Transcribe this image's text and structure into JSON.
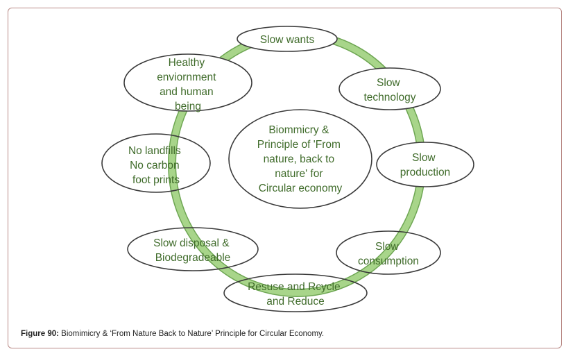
{
  "diagram": {
    "center": {
      "lines": [
        "Biommicry &",
        "Principle of 'From",
        "nature, back to",
        "nature' for",
        "Circular economy"
      ]
    },
    "nodes": [
      {
        "id": "slow-wants",
        "lines": [
          "Slow wants"
        ]
      },
      {
        "id": "slow-technology",
        "lines": [
          "Slow",
          "technology"
        ]
      },
      {
        "id": "slow-production",
        "lines": [
          "Slow",
          "production"
        ]
      },
      {
        "id": "slow-consumption",
        "lines": [
          "Slow",
          "consumption"
        ]
      },
      {
        "id": "reuse-recycle-reduce",
        "lines": [
          "Resuse and Rcycle",
          "and Reduce"
        ]
      },
      {
        "id": "slow-disposal",
        "lines": [
          "Slow disposal &",
          "Biodegradeable"
        ]
      },
      {
        "id": "no-landfills",
        "lines": [
          "No landfills",
          "No carbon",
          "foot prints"
        ]
      },
      {
        "id": "healthy-environment",
        "lines": [
          "Healthy",
          "enviornment",
          "and human",
          "being"
        ]
      }
    ],
    "colors": {
      "ring": "#9ccc7c",
      "ring_edge": "#6ea653",
      "ellipse_stroke": "#3a3a3a",
      "text": "#3f6b2a"
    }
  },
  "caption": {
    "label": "Figure 90:",
    "text": " Biomimicry & ‘From Nature Back to Nature’ Principle for Circular Economy."
  }
}
